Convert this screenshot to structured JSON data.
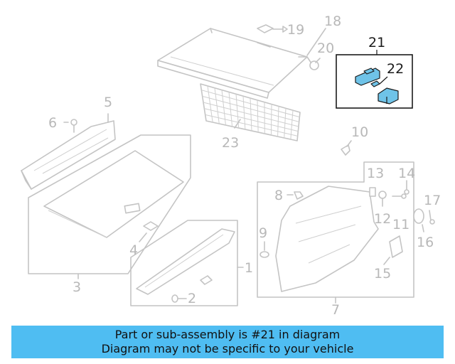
{
  "callouts": {
    "c1": "1",
    "c2": "2",
    "c3": "3",
    "c4": "4",
    "c5": "5",
    "c6": "6",
    "c7": "7",
    "c8": "8",
    "c9": "9",
    "c10": "10",
    "c11": "11",
    "c12": "12",
    "c13": "13",
    "c14": "14",
    "c15": "15",
    "c16": "16",
    "c17": "17",
    "c18": "18",
    "c19": "19",
    "c20": "20",
    "c21": "21",
    "c22": "22",
    "c23": "23"
  },
  "highlight": {
    "part": "21",
    "color": "#6fc3e8"
  },
  "banner": {
    "line1": "Part or sub-assembly is #21 in diagram",
    "line2": "Diagram may not be specific to your vehicle",
    "color": "#4fbdf2"
  }
}
